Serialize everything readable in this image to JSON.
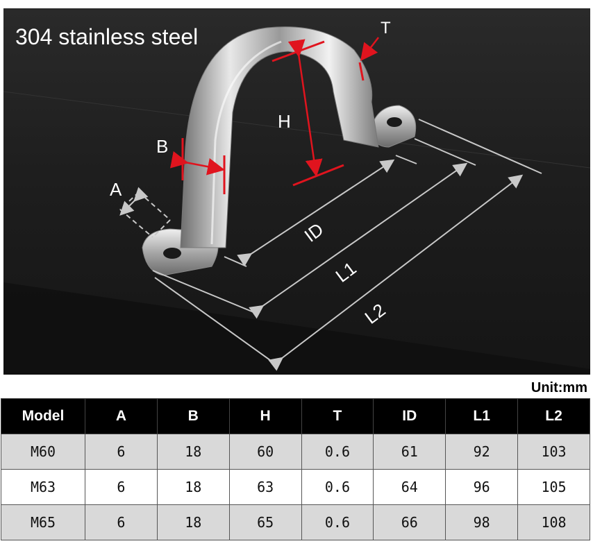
{
  "photo": {
    "material_label": "304 stainless steel",
    "dimension_labels": {
      "T": "T",
      "H": "H",
      "B": "B",
      "A": "A",
      "ID": "ID",
      "L1": "L1",
      "L2": "L2"
    }
  },
  "unit_label": "Unit:mm",
  "table": {
    "headers": [
      "Model",
      "A",
      "B",
      "H",
      "T",
      "ID",
      "L1",
      "L2"
    ],
    "rows": [
      [
        "M60",
        "6",
        "18",
        "60",
        "0.6",
        "61",
        "92",
        "103"
      ],
      [
        "M63",
        "6",
        "18",
        "63",
        "0.6",
        "64",
        "96",
        "105"
      ],
      [
        "M65",
        "6",
        "18",
        "65",
        "0.6",
        "66",
        "98",
        "108"
      ]
    ]
  },
  "colors": {
    "annotation_red": "#e0141e",
    "dimension_grey": "#c8c8c8",
    "header_bg": "#000000",
    "row_grey": "#d9d9d9"
  }
}
